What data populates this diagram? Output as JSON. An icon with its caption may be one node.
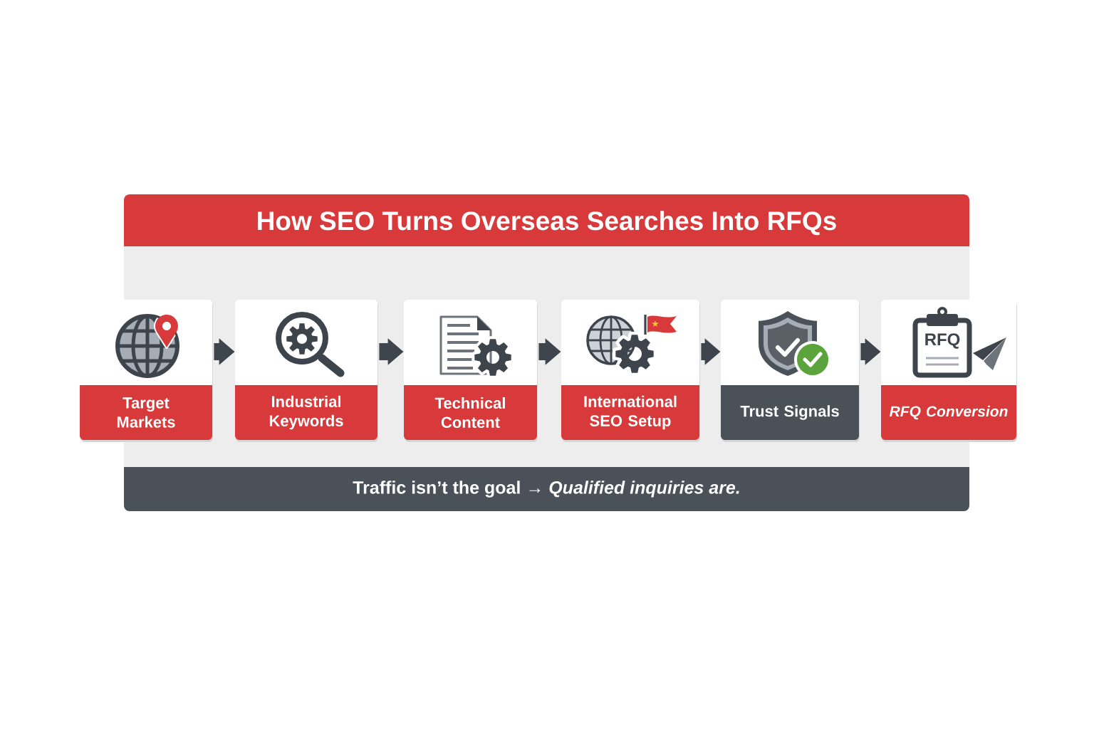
{
  "diagram": {
    "title": "How SEO Turns Overseas Searches Into RFQs",
    "nodes": [
      {
        "text": [
          "Target Markets"
        ]
      },
      {
        "text": [
          "Industrial Keywords"
        ]
      },
      {
        "text": [
          "Technical Content"
        ]
      },
      {
        "text": [
          "International SEO Setup"
        ]
      },
      {
        "text": [
          "Trust Signals"
        ]
      },
      {
        "text": [
          "RFQ Conversion"
        ]
      },
      {
        "text": [
          "Traffic isn’t the goal → *Qualified inquiries are.*"
        ]
      }
    ],
    "edges": [
      {
        "from": 0,
        "to": 1,
        "arrow": "to"
      },
      {
        "from": 1,
        "to": 2,
        "arrow": "to"
      },
      {
        "from": 2,
        "to": 3,
        "arrow": "to"
      },
      {
        "from": 3,
        "to": 4,
        "arrow": "to"
      },
      {
        "from": 4,
        "to": 5,
        "arrow": "to"
      }
    ],
    "labels": [
      "RFQ"
    ]
  }
}
